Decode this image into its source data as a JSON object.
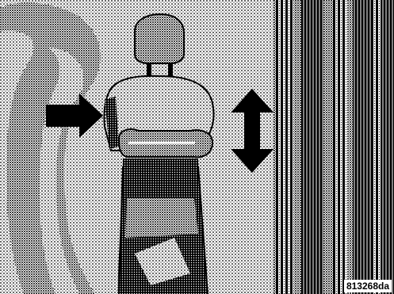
{
  "figure": {
    "code": "813268da",
    "depicts": "seat-belt-height-adjuster",
    "style": "halftone-grayscale",
    "colors": {
      "ink": "#000000",
      "paper": "#ffffff",
      "dark": "#2a2a2a",
      "mid": "#8a8a8a",
      "light": "#d6d6d6"
    },
    "icons": [
      "pointer-arrow-right-icon",
      "up-down-double-arrow-icon"
    ]
  }
}
